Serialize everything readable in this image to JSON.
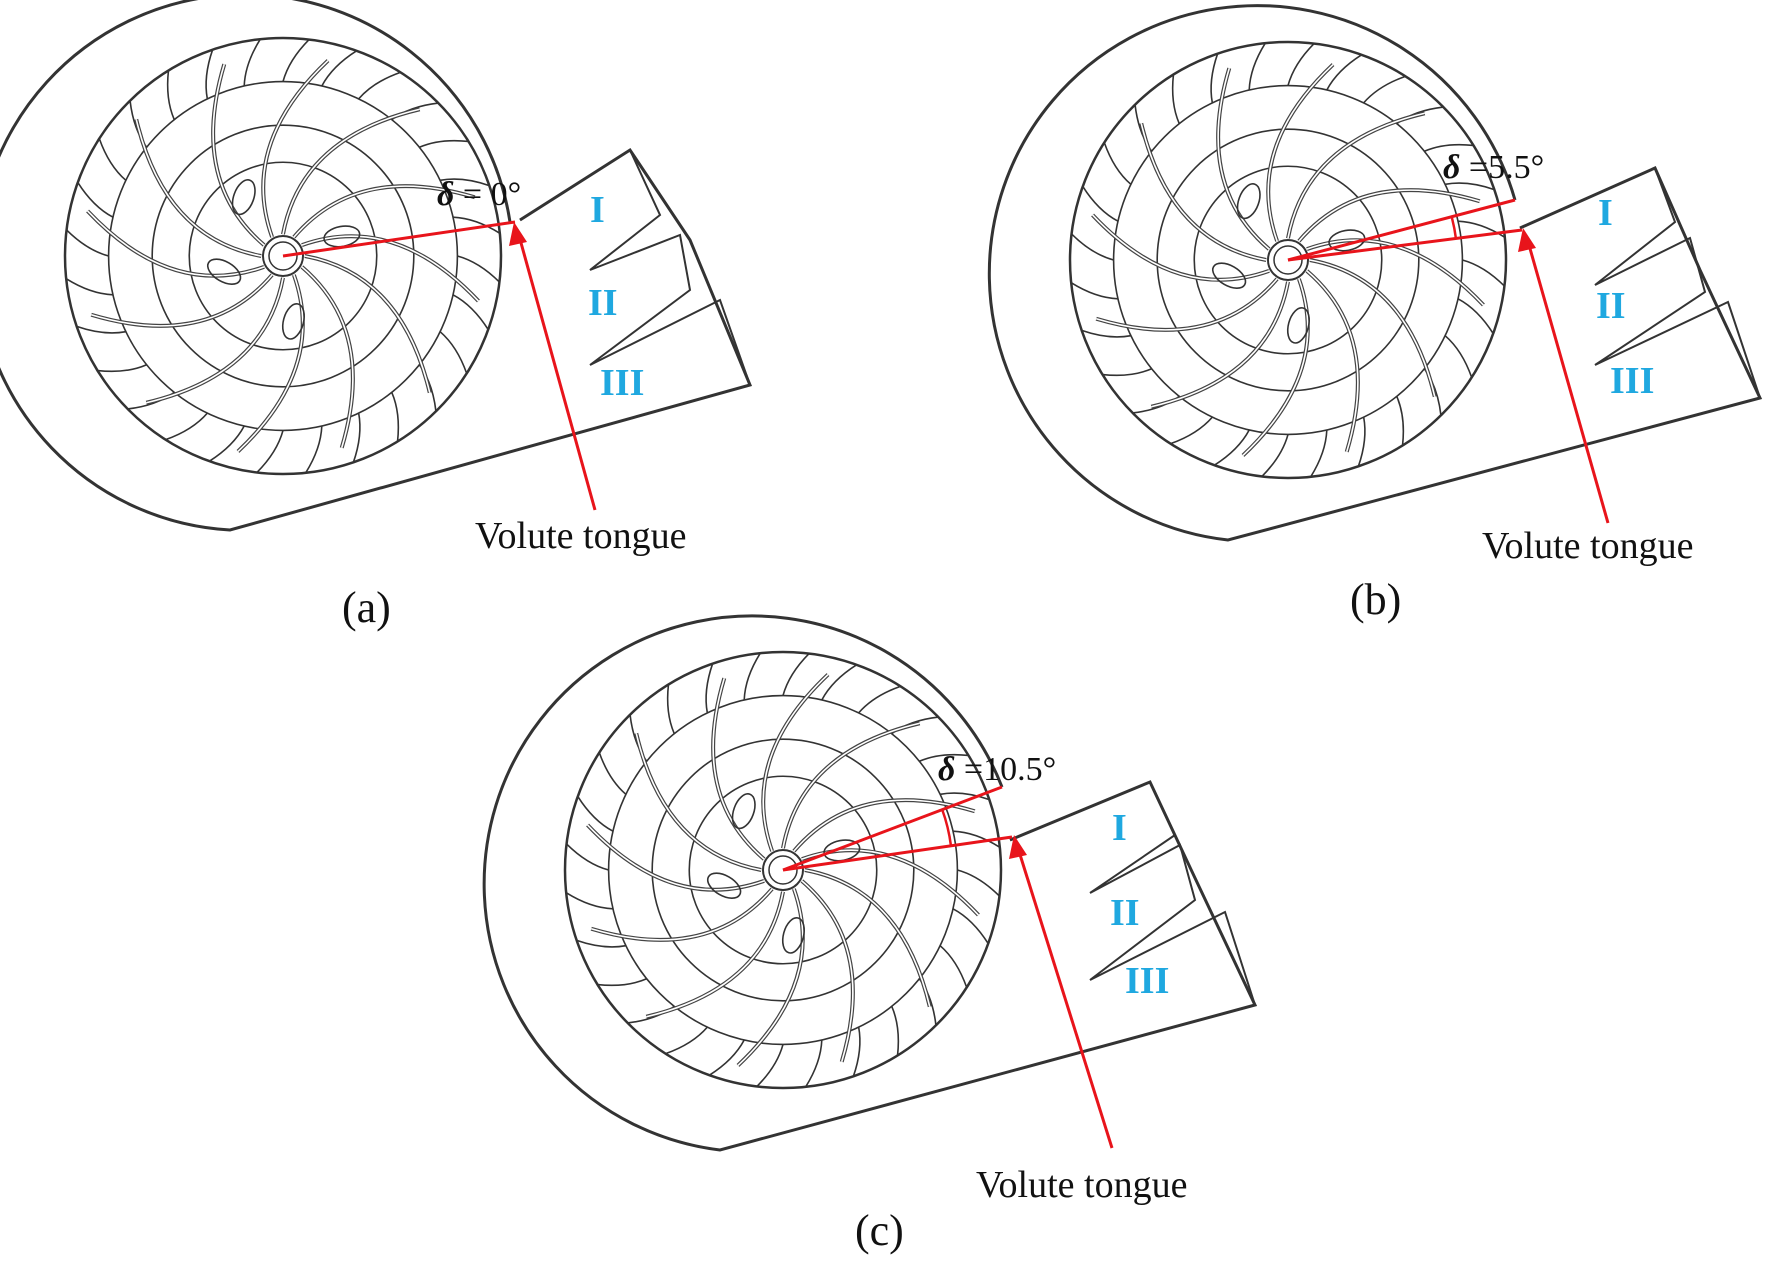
{
  "accent": "#e8141b",
  "zone_color": "#1fa8e0",
  "panels": [
    {
      "id": "a",
      "caption": "(a)",
      "delta_symbol": "δ",
      "delta_value": " = 0°",
      "delta_deg": 0,
      "zones": [
        "I",
        "II",
        "III"
      ],
      "tongue_label": "Volute tongue"
    },
    {
      "id": "b",
      "caption": "(b)",
      "delta_symbol": "δ",
      "delta_value": " =5.5°",
      "delta_deg": 5.5,
      "zones": [
        "I",
        "II",
        "III"
      ],
      "tongue_label": "Volute tongue"
    },
    {
      "id": "c",
      "caption": "(c)",
      "delta_symbol": "δ",
      "delta_value": " =10.5°",
      "delta_deg": 10.5,
      "zones": [
        "I",
        "II",
        "III"
      ],
      "tongue_label": "Volute tongue"
    }
  ]
}
